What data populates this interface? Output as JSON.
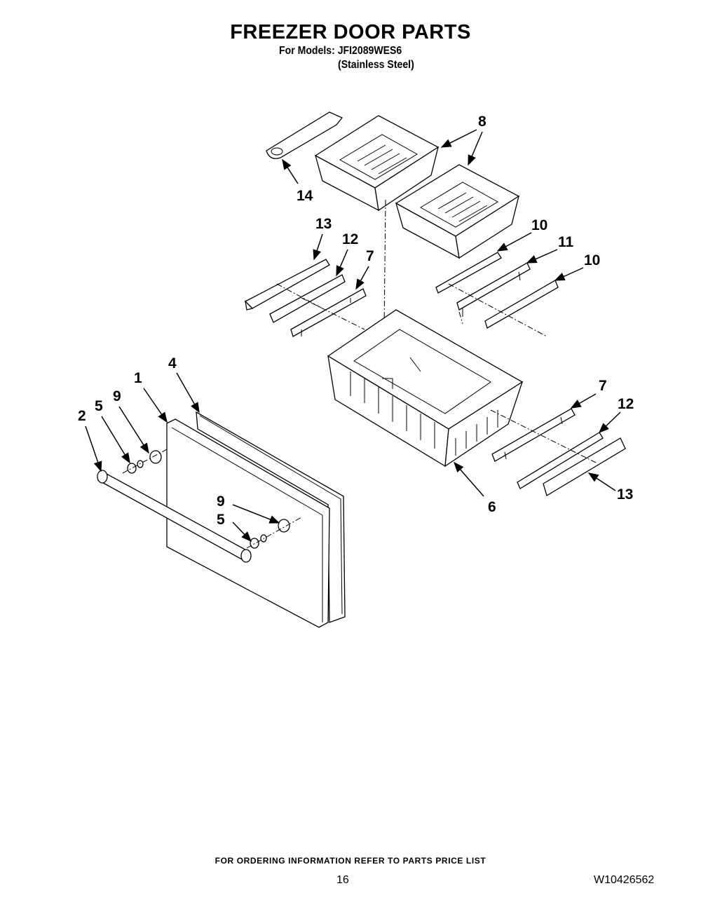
{
  "header": {
    "title": "FREEZER DOOR PARTS",
    "models": "For Models: JFI2089WES6",
    "finish": "(Stainless Steel)"
  },
  "callouts": [
    "8",
    "14",
    "13",
    "12",
    "7",
    "10",
    "11",
    "10",
    "4",
    "1",
    "9",
    "5",
    "2",
    "7",
    "12",
    "9",
    "5",
    "6",
    "13"
  ],
  "footer": {
    "note": "FOR ORDERING INFORMATION REFER TO PARTS PRICE LIST",
    "page_number": "16",
    "document_number": "W10426562"
  }
}
